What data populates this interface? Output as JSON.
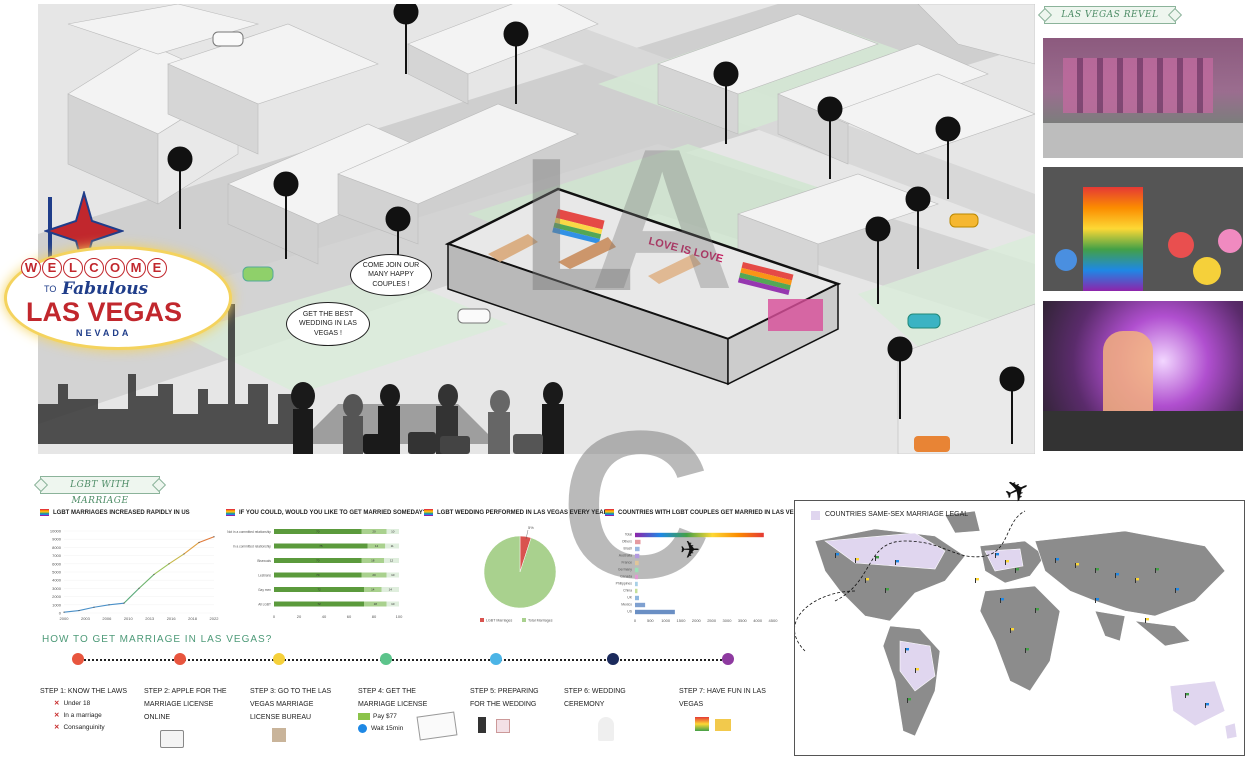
{
  "scene": {
    "bubbles": [
      "COME JOIN OUR MANY HAPPY COUPLES !",
      "GET THE BEST WEDDING IN LAS VEGAS !"
    ],
    "building_text": "LOVE IS LOVE"
  },
  "sign": {
    "welcome_letters": [
      "W",
      "E",
      "L",
      "C",
      "O",
      "M",
      "E"
    ],
    "to": "TO",
    "fabulous": "Fabulous",
    "city": "LAS VEGAS",
    "state": "NEVADA"
  },
  "big_letters": [
    "L",
    "A",
    "C"
  ],
  "revel": {
    "title": "LAS VEGAS REVEL"
  },
  "marriage": {
    "title": "LGBT WITH MARRIAGE"
  },
  "colors": {
    "green_dark": "#5b9a3c",
    "green_light": "#a9d18e",
    "line": "#6db36d"
  },
  "chart_data": [
    {
      "type": "line",
      "title": "LGBT MARRIAGES INCREASED RAPIDLY IN US",
      "x": [
        2000,
        2002,
        2004,
        2006,
        2008,
        2010,
        2012,
        2014,
        2016,
        2018,
        2020
      ],
      "values": [
        100,
        300,
        700,
        1000,
        1200,
        3000,
        4700,
        6000,
        7200,
        8600,
        9300
      ],
      "x_ticks": [
        "2000",
        "2003",
        "2006",
        "2010",
        "2013",
        "2016",
        "2018",
        "2022"
      ],
      "y_ticks": [
        "10000",
        "9000",
        "8000",
        "7000",
        "6000",
        "5000",
        "4000",
        "3000",
        "2000",
        "1000",
        "0"
      ],
      "ylim": [
        0,
        10000
      ]
    },
    {
      "type": "bar",
      "title": "IF YOU COULD, WOULD YOU LIKE TO GET MARRIED SOMEDAY?",
      "categories": [
        "Not in a committed relationship",
        "In a committed relationship",
        "Bisexuals",
        "Lesbians",
        "Gay men",
        "All LGBT"
      ],
      "series": [
        {
          "values": [
            70,
            75,
            70,
            70,
            72,
            72
          ]
        },
        {
          "values": [
            20,
            14,
            18,
            20,
            14,
            18
          ]
        },
        {
          "values": [
            10,
            11,
            12,
            10,
            14,
            10
          ]
        }
      ],
      "x_ticks": [
        "0",
        "20",
        "40",
        "60",
        "80",
        "100"
      ]
    },
    {
      "type": "pie",
      "title": "LGBT WEDDING PERFORMED IN LAS VEGAS EVERY YEAR",
      "categories": [
        "LGBT Marriages",
        "Total Marriages"
      ],
      "values": [
        5,
        95
      ],
      "data_label": "5%"
    },
    {
      "type": "bar",
      "title": "COUNTRIES WITH LGBT COUPLES GET MARRIED IN LAS VEGAS",
      "categories": [
        "Total",
        "Others",
        "Brazil",
        "Australia",
        "France",
        "Germany",
        "Canada",
        "Philippines",
        "China",
        "UK",
        "Mexico",
        "US"
      ],
      "values": [
        4200,
        180,
        150,
        140,
        120,
        110,
        100,
        90,
        80,
        130,
        330,
        1300
      ],
      "x_ticks": [
        "0",
        "500",
        "1000",
        "1500",
        "2000",
        "2500",
        "3000",
        "3500",
        "4000",
        "4500"
      ]
    }
  ],
  "steps": {
    "title": "HOW TO GET MARRIAGE IN LAS VEGAS?",
    "dot_colors": [
      "#e8553e",
      "#e8553e",
      "#f5d03a",
      "#5cc48b",
      "#4bb4e6",
      "#1b2a5c",
      "#8e3aa0"
    ],
    "items": [
      {
        "label": "STEP 1: KNOW THE LAWS",
        "subs": [
          "Under 18",
          "In a marriage",
          "Consanguinity"
        ]
      },
      {
        "label": "STEP 2: APPLE FOR THE MARRIAGE LICENSE ONLINE"
      },
      {
        "label": "STEP 3: GO TO THE LAS VEGAS MARRIAGE LICENSE BUREAU"
      },
      {
        "label": "STEP 4: GET THE MARRIAGE LICENSE",
        "subs": [
          "Pay $77",
          "Wait 15min"
        ]
      },
      {
        "label": "STEP 5: PREPARING FOR THE WEDDING"
      },
      {
        "label": "STEP 6: WEDDING CEREMONY"
      },
      {
        "label": "STEP 7: HAVE FUN IN LAS VEGAS"
      }
    ]
  },
  "map": {
    "legend": "COUNTRIES SAME-SEX MARRIAGE LEGAL",
    "legal_color": "#e0d6ef"
  }
}
